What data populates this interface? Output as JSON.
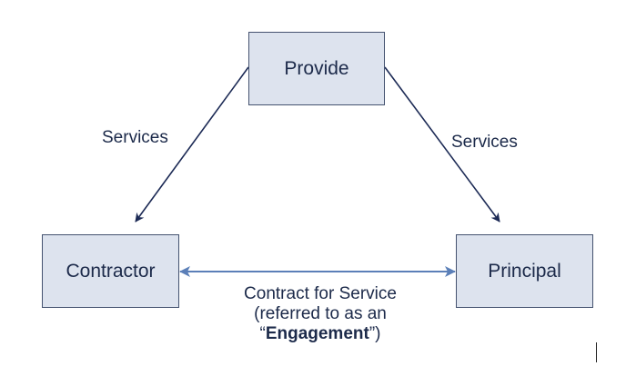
{
  "nodes": {
    "provide": "Provide",
    "contractor": "Contractor",
    "principal": "Principal"
  },
  "edges": {
    "services_left": "Services",
    "services_right": "Services",
    "contract_line1": "Contract for Service",
    "contract_line2": "(referred to as an",
    "contract_line3_open": "“",
    "contract_line3_bold": "Engagement",
    "contract_line3_close": "”)"
  },
  "colors": {
    "box_fill": "#dde3ee",
    "box_border": "#44526f",
    "arrow_dark": "#1c2a55",
    "arrow_blue": "#5b7fb8"
  }
}
